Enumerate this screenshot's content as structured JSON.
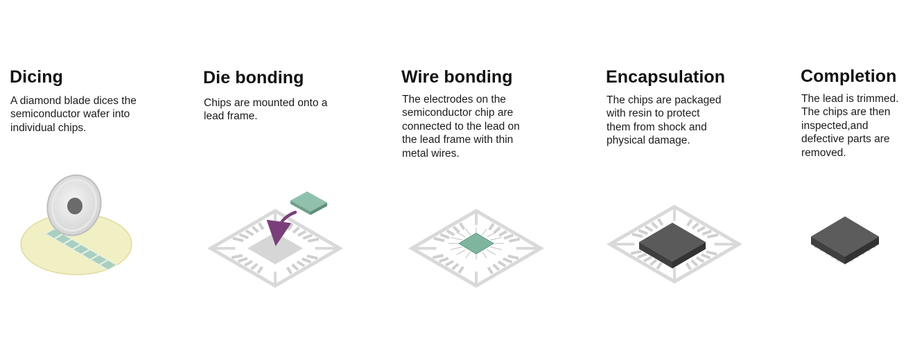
{
  "steps": [
    {
      "title": "Dicing",
      "description": "A diamond blade dices the\nsemiconductor wafer into\nindividual chips."
    },
    {
      "title": "Die bonding",
      "description": "Chips are mounted onto a\nlead frame."
    },
    {
      "title": "Wire bonding",
      "description": "The electrodes on the\nsemiconductor chip are\nconnected to the lead on\nthe lead frame with thin\nmetal wires."
    },
    {
      "title": "Encapsulation",
      "description": "The chips are packaged\nwith resin to protect\nthem from shock and\nphysical damage."
    },
    {
      "title": "Completion",
      "description": "The lead is trimmed.\nThe chips are then\ninspected,and\ndefective parts are\nremoved."
    }
  ],
  "colors": {
    "wafer": "#f1efc4",
    "chip_green": "#8fc1ad",
    "frame": "#d8d8d8",
    "pad": "#cfcfcf",
    "resin": "#555555",
    "arrow": "#7a3f7a"
  }
}
